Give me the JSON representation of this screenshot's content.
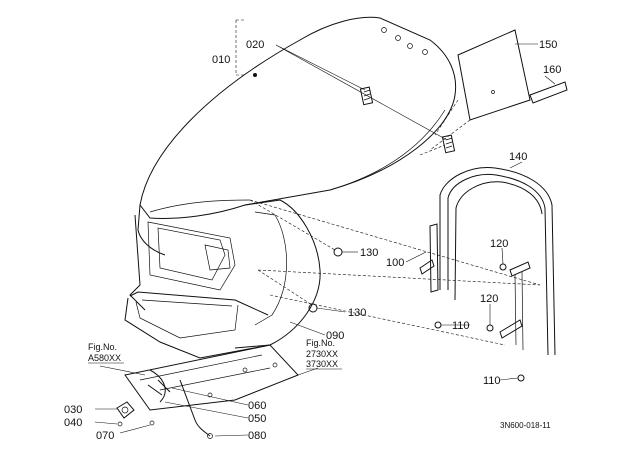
{
  "diagram": {
    "callouts": {
      "c010": "010",
      "c020": "020",
      "c030": "030",
      "c040": "040",
      "c050": "050",
      "c060": "060",
      "c070": "070",
      "c080": "080",
      "c090": "090",
      "c100": "100",
      "c110a": "110",
      "c110b": "110",
      "c120a": "120",
      "c120b": "120",
      "c130a": "130",
      "c130b": "130",
      "c140": "140",
      "c150": "150",
      "c160": "160"
    },
    "fig_refs": {
      "a_label": "Fig.No.",
      "a_code": "A580XX",
      "b_label": "Fig.No.",
      "b_code1": "2730XX",
      "b_code2": "3730XX"
    },
    "drawing_code": "3N600-018-11"
  }
}
